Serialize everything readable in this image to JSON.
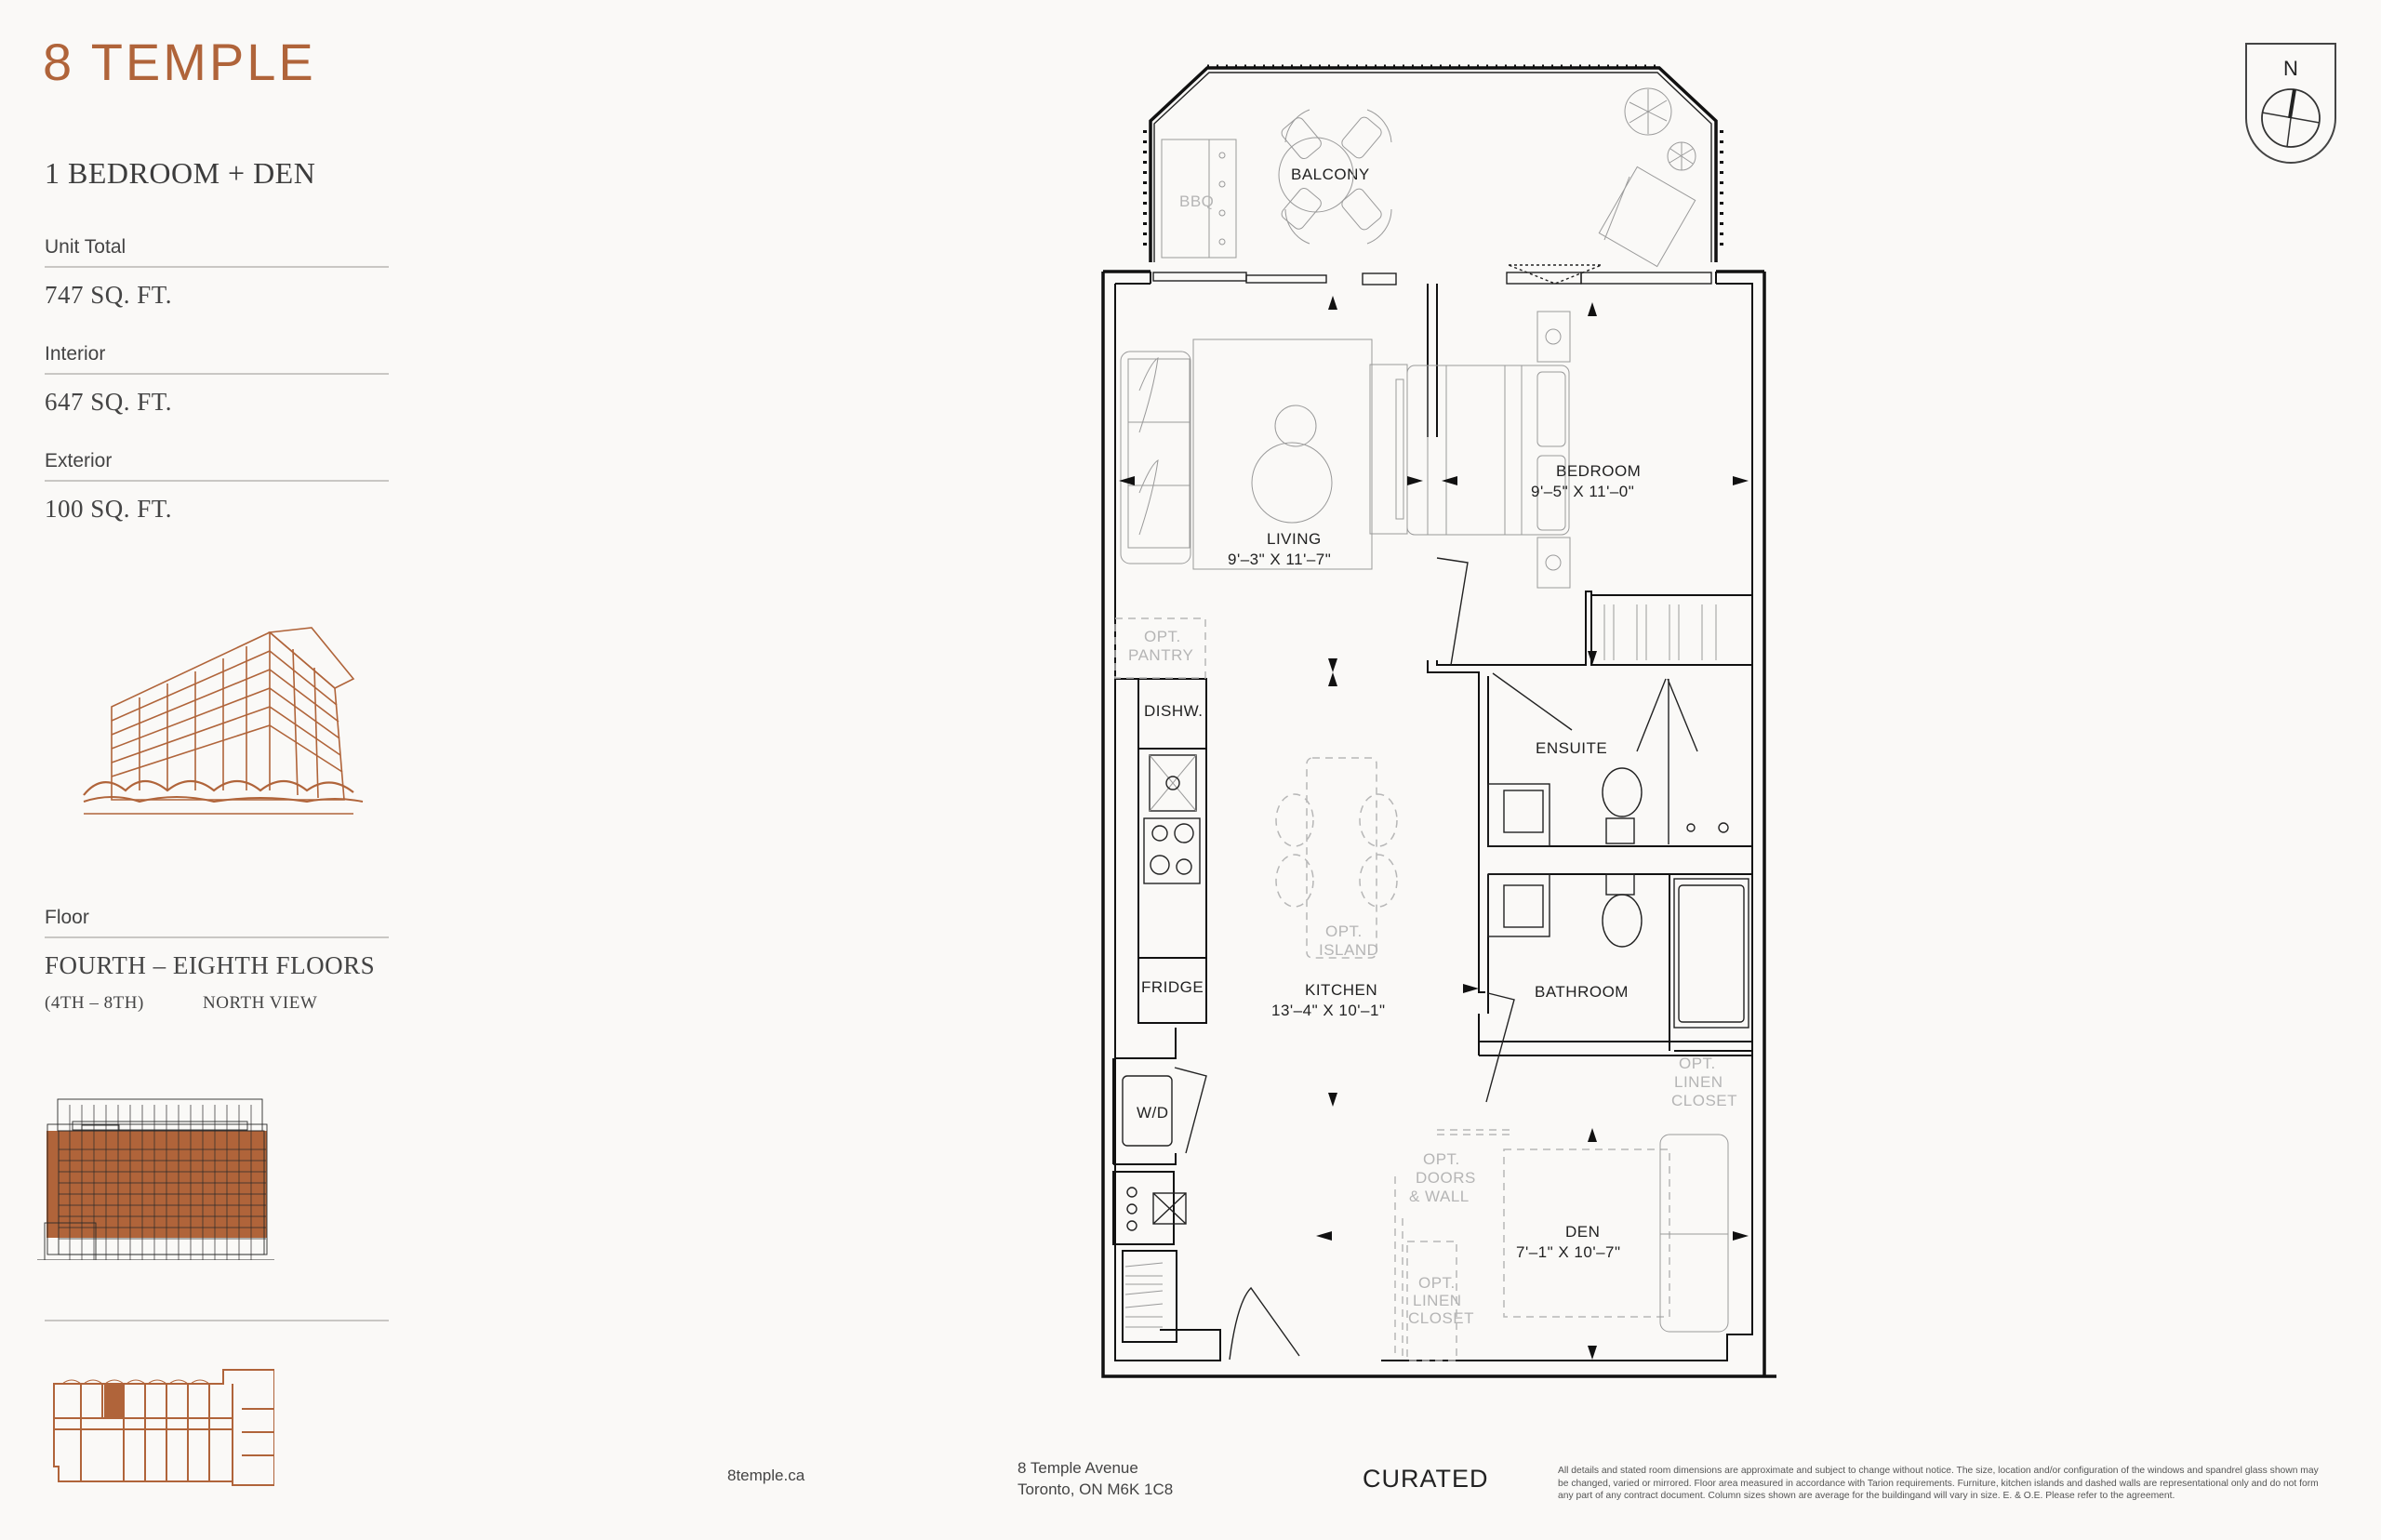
{
  "brand": {
    "name": "8 TEMPLE",
    "color": "#b0643a"
  },
  "unit": {
    "type": "1 BEDROOM + DEN",
    "specs": [
      {
        "label": "Unit Total",
        "value": "747 SQ. FT."
      },
      {
        "label": "Interior",
        "value": "647 SQ. FT."
      },
      {
        "label": "Exterior",
        "value": "100 SQ. FT."
      }
    ]
  },
  "floor": {
    "label": "Floor",
    "value": "FOURTH – EIGHTH FLOORS",
    "range": "(4TH – 8TH)",
    "view": "NORTH VIEW",
    "highlight_color": "#b0643a"
  },
  "compass": {
    "label": "N"
  },
  "floorplan": {
    "rooms": {
      "balcony": {
        "name": "BALCONY"
      },
      "bbq": {
        "name": "BBQ"
      },
      "living": {
        "name": "LIVING",
        "dims": "9'–3\" X 11'–7\""
      },
      "bedroom": {
        "name": "BEDROOM",
        "dims": "9'–5\" X 11'–0\""
      },
      "pantry": {
        "line1": "OPT.",
        "line2": "PANTRY"
      },
      "dishwasher": {
        "name": "DISHW."
      },
      "ensuite": {
        "name": "ENSUITE"
      },
      "island": {
        "line1": "OPT.",
        "line2": "ISLAND"
      },
      "fridge": {
        "name": "FRIDGE"
      },
      "kitchen": {
        "name": "KITCHEN",
        "dims": "13'–4\" X 10'–1\""
      },
      "bathroom": {
        "name": "BATHROOM"
      },
      "linen_bath": {
        "line1": "OPT.",
        "line2": "LINEN",
        "line3": "CLOSET"
      },
      "washer_dryer": {
        "name": "W/D"
      },
      "opt_doors": {
        "line1": "OPT.",
        "line2": "DOORS",
        "line3": "& WALL"
      },
      "den": {
        "name": "DEN",
        "dims": "7'–1\" X 10'–7\""
      },
      "linen_den": {
        "line1": "OPT.",
        "line2": "LINEN",
        "line3": "CLOSET"
      }
    }
  },
  "footer": {
    "website": "8temple.ca",
    "address_line1": "8 Temple Avenue",
    "address_line2": "Toronto, ON M6K 1C8",
    "developer": "CURATED",
    "disclaimer": "All details and stated room dimensions are approximate and subject to change without notice. The size, location and/or configuration of the windows and spandrel glass shown may be changed, varied or mirrored. Floor area measured in accordance with Tarion requirements. Furniture, kitchen islands and dashed walls are representational only and do not form any part of any contract document. Column sizes shown are average for the buildingand will vary in size. E. & O.E. Please refer to the agreement."
  }
}
